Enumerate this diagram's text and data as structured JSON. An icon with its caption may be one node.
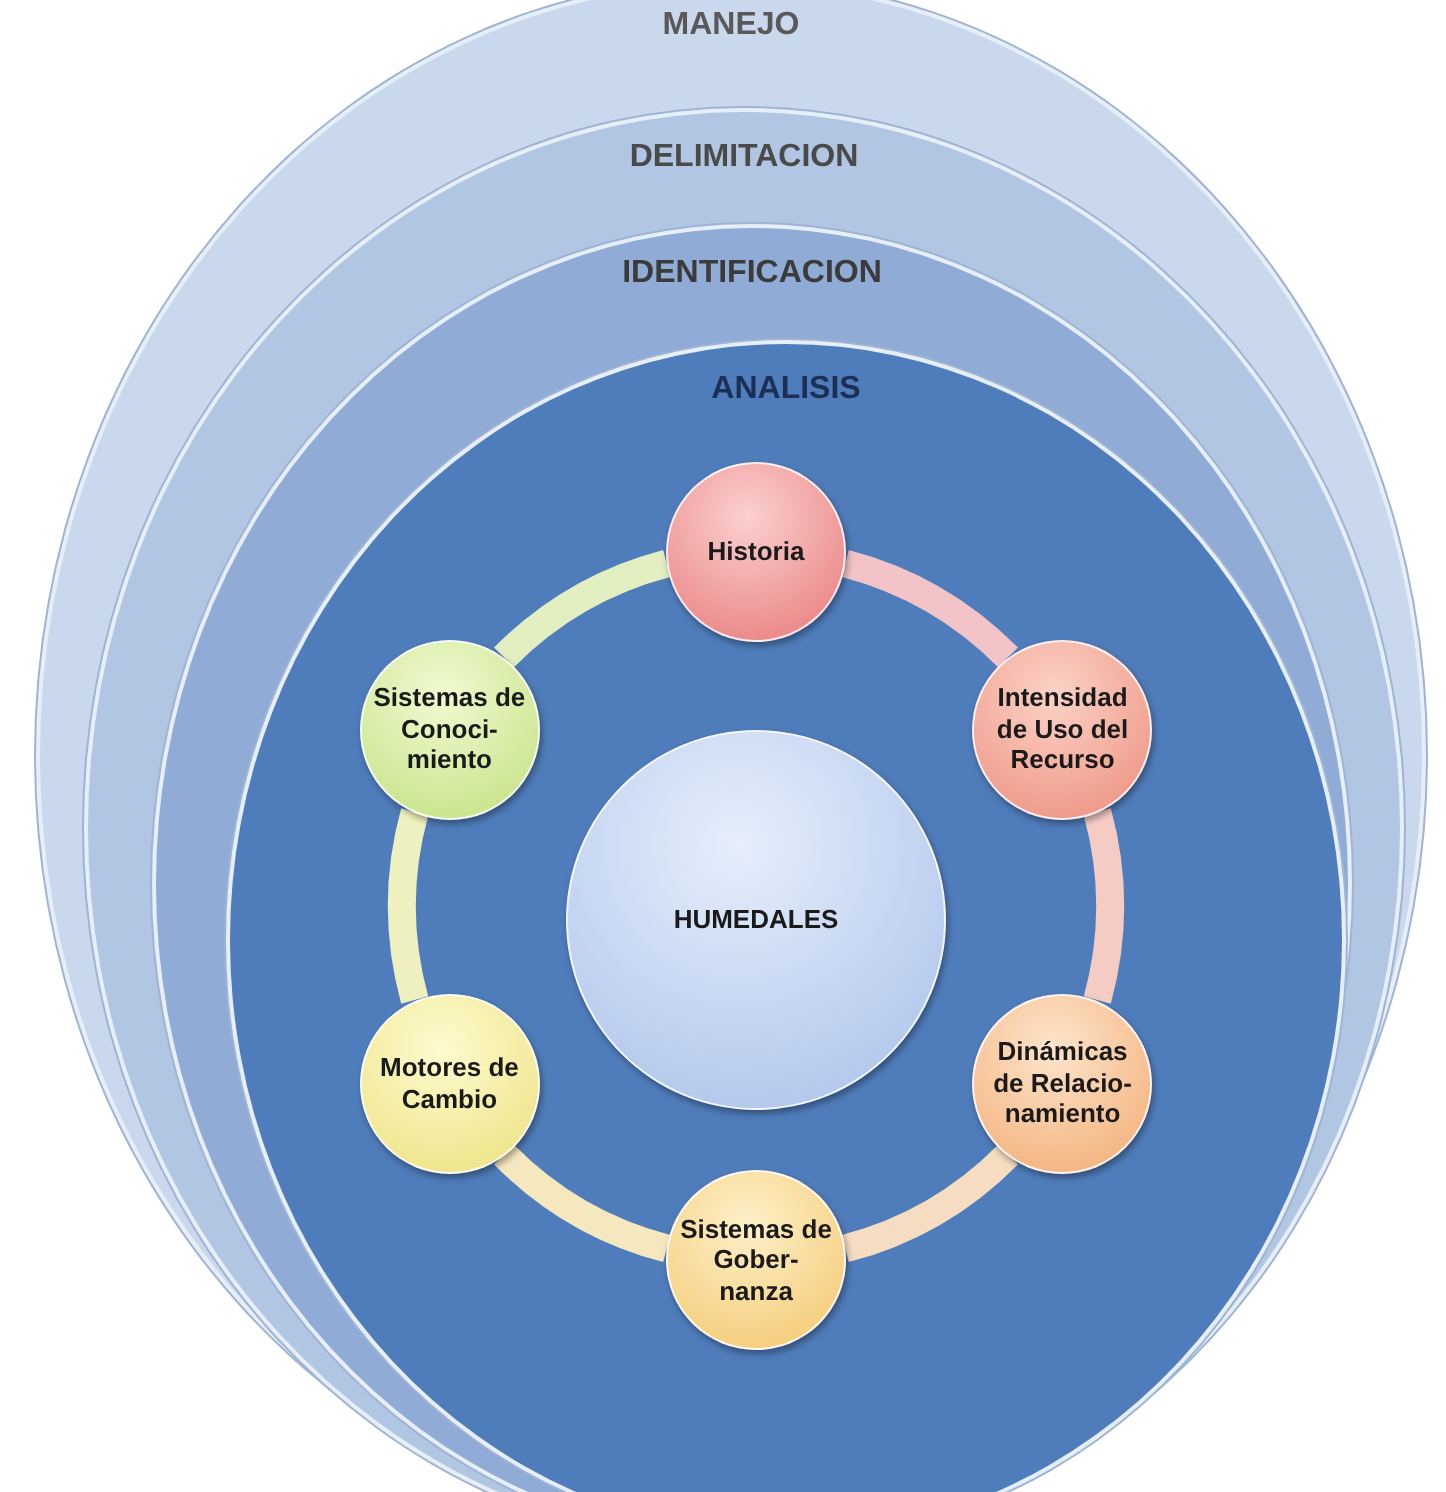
{
  "diagram": {
    "nodes": [
      {
        "text": [
          "MANEJO"
        ]
      },
      {
        "text": [
          "DELIMITACION"
        ],
        "in": 0
      },
      {
        "text": [
          "IDENTIFICACION"
        ],
        "in": 1
      },
      {
        "text": [
          "ANALISIS"
        ],
        "in": 2
      },
      {
        "text": [
          "HUMEDALES"
        ],
        "in": 3
      },
      {
        "text": [
          "Historia"
        ],
        "in": 3
      },
      {
        "text": [
          "Intensidad de Uso del Recurso"
        ],
        "in": 3
      },
      {
        "text": [
          "Dinámicas de Relacio-namiento"
        ],
        "in": 3
      },
      {
        "text": [
          "Sistemas de Gober-nanza"
        ],
        "in": 3
      },
      {
        "text": [
          "Motores de Cambio"
        ],
        "in": 3
      },
      {
        "text": [
          "Sistemas de Conoci-miento"
        ],
        "in": 3
      }
    ],
    "edges": [
      {
        "from": 5,
        "to": 6,
        "arrow": "none",
        "color": "#f2c4c8"
      },
      {
        "from": 6,
        "to": 7,
        "arrow": "none",
        "color": "#f4ccc4"
      },
      {
        "from": 7,
        "to": 8,
        "arrow": "none",
        "color": "#f6dcc0"
      },
      {
        "from": 8,
        "to": 9,
        "arrow": "none",
        "color": "#f5e8bf"
      },
      {
        "from": 9,
        "to": 10,
        "arrow": "none",
        "color": "#eef0c0"
      },
      {
        "from": 10,
        "to": 5,
        "arrow": "none",
        "color": "#e2efc0"
      }
    ]
  }
}
